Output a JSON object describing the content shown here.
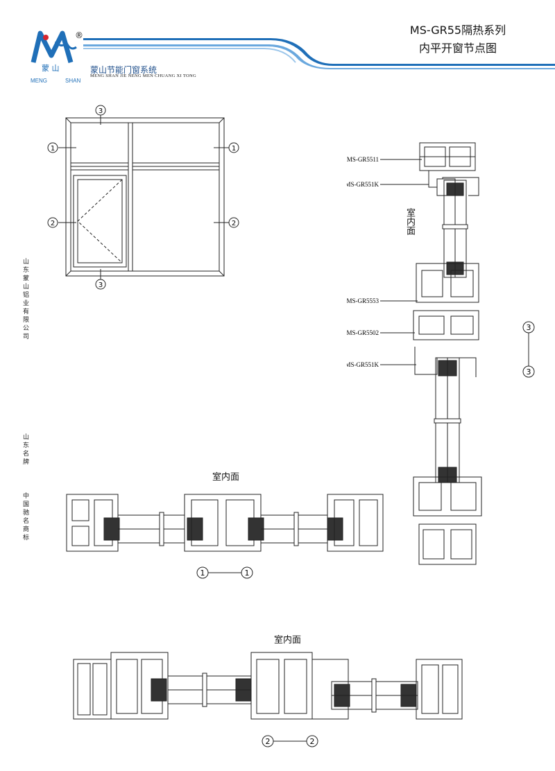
{
  "header": {
    "logo_initials": "M",
    "logo_reg": "®",
    "logo_chinese": "蒙 山",
    "logo_en_left": "MENG",
    "logo_en_right": "SHAN",
    "company_cn": "蒙山节能门窗系统",
    "company_en": "MENG SHAN JIE NENG MEN CHUANG XI TONG",
    "title_line1": "MS-GR55隔热系列",
    "title_line2": "内平开窗节点图",
    "brand_color": "#1f6fb8",
    "logo_red": "#d6262e"
  },
  "side_text": {
    "company": "山东蒙山铝业有限公司",
    "brand": "山东名牌",
    "trademark": "中国驰名商标"
  },
  "elevation": {
    "markers": {
      "top": "3",
      "left_top": "1",
      "right_top": "1",
      "left_mid": "2",
      "right_mid": "2",
      "bottom": "3"
    }
  },
  "section_vertical": {
    "room_label": "室内面",
    "callouts": [
      "MS-GR5511",
      "MS-GR551K",
      "MS-GR5553",
      "MS-GR5502",
      "MS-GR551K"
    ],
    "section_marker_a": "3",
    "section_marker_b": "3"
  },
  "section_1": {
    "room_label": "室内面",
    "marker_a": "1",
    "marker_b": "1"
  },
  "section_2": {
    "room_label": "室内面",
    "marker_a": "2",
    "marker_b": "2"
  }
}
